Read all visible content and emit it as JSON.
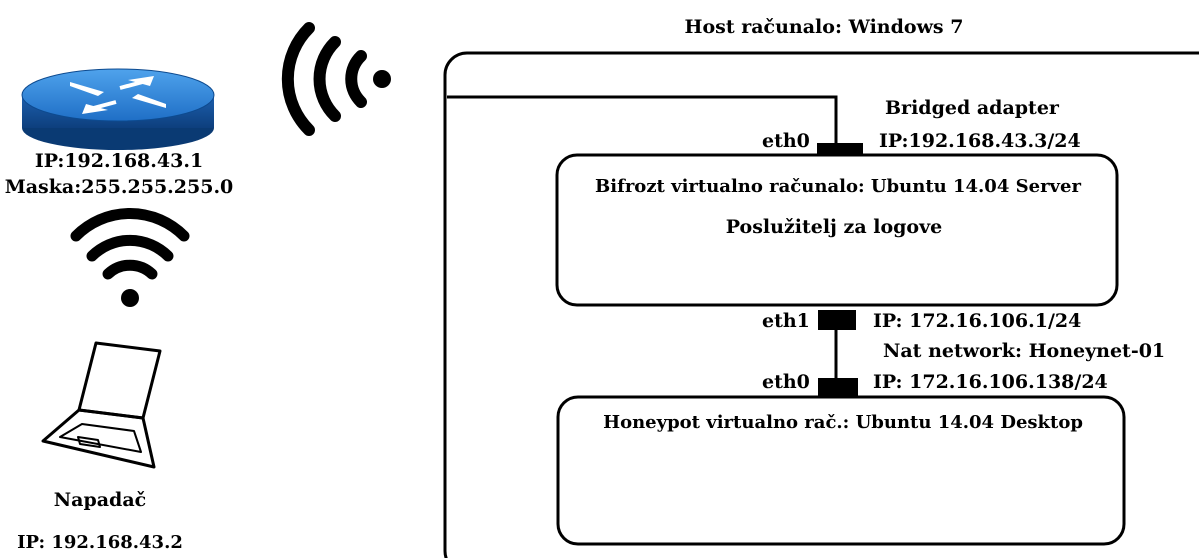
{
  "host": {
    "title": "Host računalo: Windows 7"
  },
  "router": {
    "ip": "IP:192.168.43.1",
    "mask": "Maska:255.255.255.0"
  },
  "attacker": {
    "name": "Napadač",
    "ip": "IP: 192.168.43.2"
  },
  "bridge": {
    "label": "Bridged adapter",
    "ip": "IP:192.168.43.3/24",
    "iface": "eth0"
  },
  "bifrozt": {
    "title": "Bifrozt virtualno računalo: Ubuntu 14.04 Server",
    "role": "Poslužitelj za logove"
  },
  "nat": {
    "eth1": "eth1",
    "eth1_ip": "IP: 172.16.106.1/24",
    "network": "Nat network: Honeynet-01",
    "eth0": "eth0",
    "eth0_ip": "IP: 172.16.106.138/24"
  },
  "honeypot": {
    "title": "Honeypot virtualno rač.: Ubuntu 14.04 Desktop"
  },
  "colors": {
    "router_blue": "#1f6fc6",
    "router_dark": "#0d4a8f",
    "line": "#000000"
  }
}
